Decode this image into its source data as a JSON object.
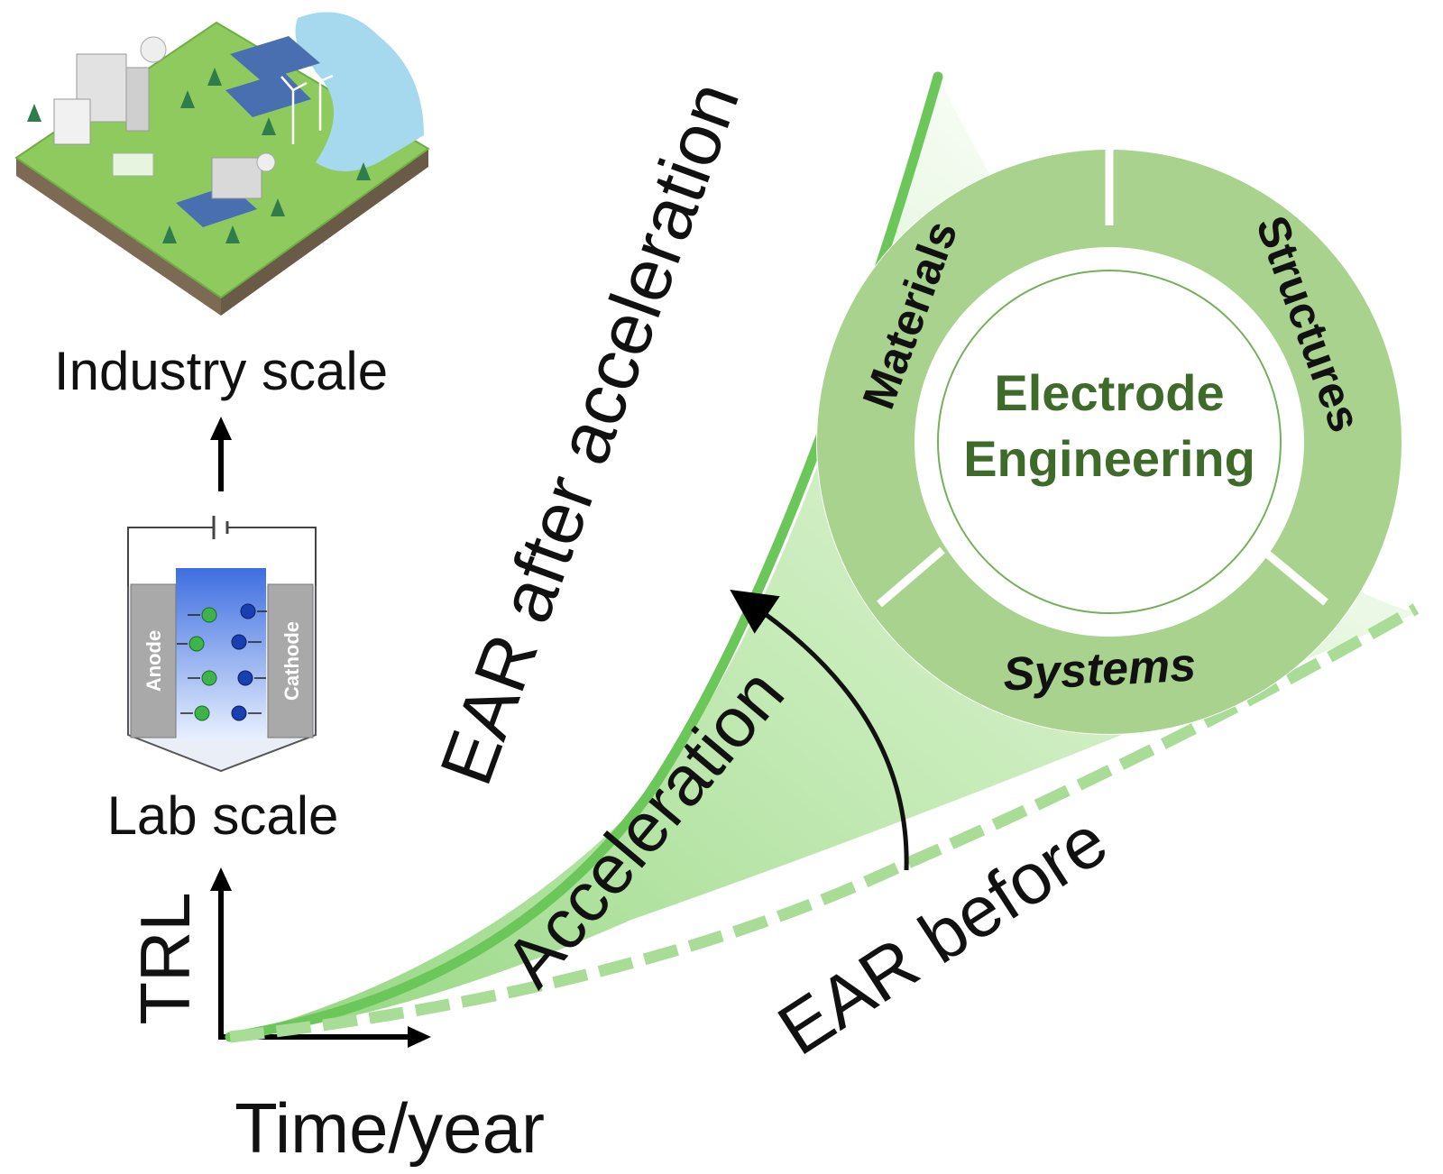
{
  "labels": {
    "industry_scale": "Industry scale",
    "lab_scale": "Lab scale",
    "anode": "Anode",
    "cathode": "Cathode",
    "y_axis": "TRL",
    "x_axis": "Time/year",
    "ear_after": "EAR after acceleration",
    "ear_before": "EAR before",
    "acceleration": "Acceleration",
    "center_line1": "Electrode",
    "center_line2": "Engineering",
    "segment_materials": "Materials",
    "segment_structures": "Structures",
    "segment_systems": "Systems"
  },
  "colors": {
    "curve_green": "#6cc75a",
    "fill_green": "#b8e4a6",
    "ring_green": "#a8d28e",
    "text_dark_green": "#3e6b2a",
    "cell_blue": "#3f6fd8",
    "electrode_grey": "#a9a9a9"
  }
}
